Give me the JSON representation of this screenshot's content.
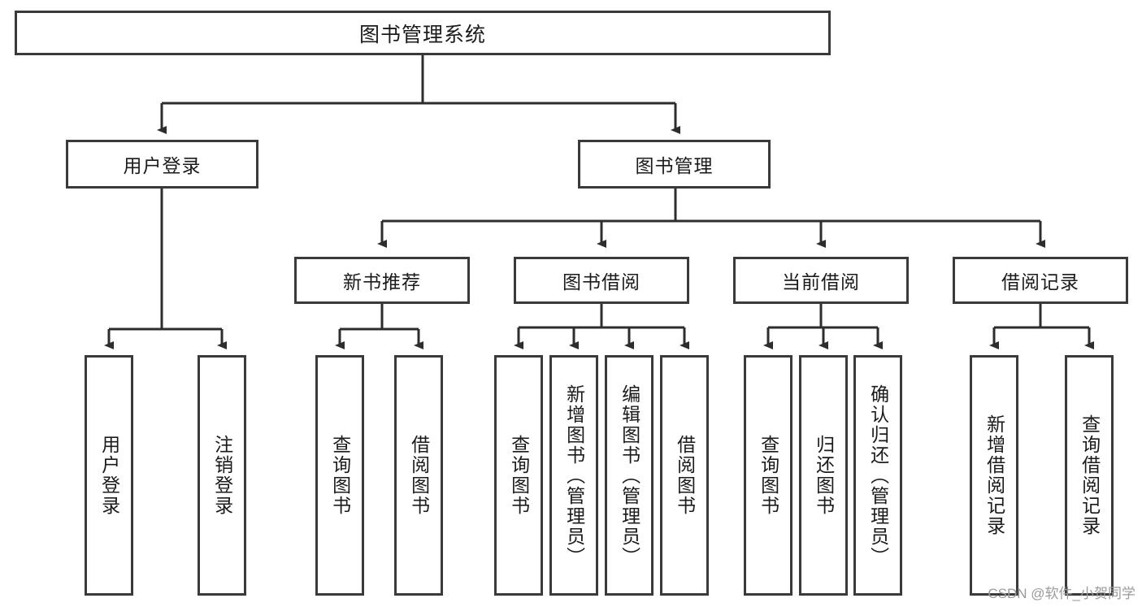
{
  "diagram": {
    "title": "图书管理系统",
    "type": "hierarchy-tree",
    "colors": {
      "box_border": "#3a3a3a",
      "box_fill": "#ffffff",
      "connector": "#2d2d2d",
      "text": "#1b1b1b",
      "watermark": "#9b9b9b",
      "background": "#ffffff"
    },
    "root": {
      "label": "图书管理系统"
    },
    "level2": [
      {
        "label": "用户登录"
      },
      {
        "label": "图书管理"
      }
    ],
    "level3": [
      {
        "label": "新书推荐"
      },
      {
        "label": "图书借阅"
      },
      {
        "label": "当前借阅"
      },
      {
        "label": "借阅记录"
      }
    ],
    "leaves": {
      "user_login": [
        {
          "label": "用户登录"
        },
        {
          "label": "注销登录"
        }
      ],
      "new_book_recommend": [
        {
          "label": "查询图书"
        },
        {
          "label": "借阅图书"
        }
      ],
      "book_borrow": [
        {
          "label": "查询图书"
        },
        {
          "label": "新增图书（管理员）"
        },
        {
          "label": "编辑图书（管理员）"
        },
        {
          "label": "借阅图书"
        }
      ],
      "current_borrow": [
        {
          "label": "查询图书"
        },
        {
          "label": "归还图书"
        },
        {
          "label": "确认归还（管理员）"
        }
      ],
      "borrow_record": [
        {
          "label": "新增借阅记录"
        },
        {
          "label": "查询借阅记录"
        }
      ]
    },
    "watermark": "CSDN @软件_小贺同学"
  }
}
